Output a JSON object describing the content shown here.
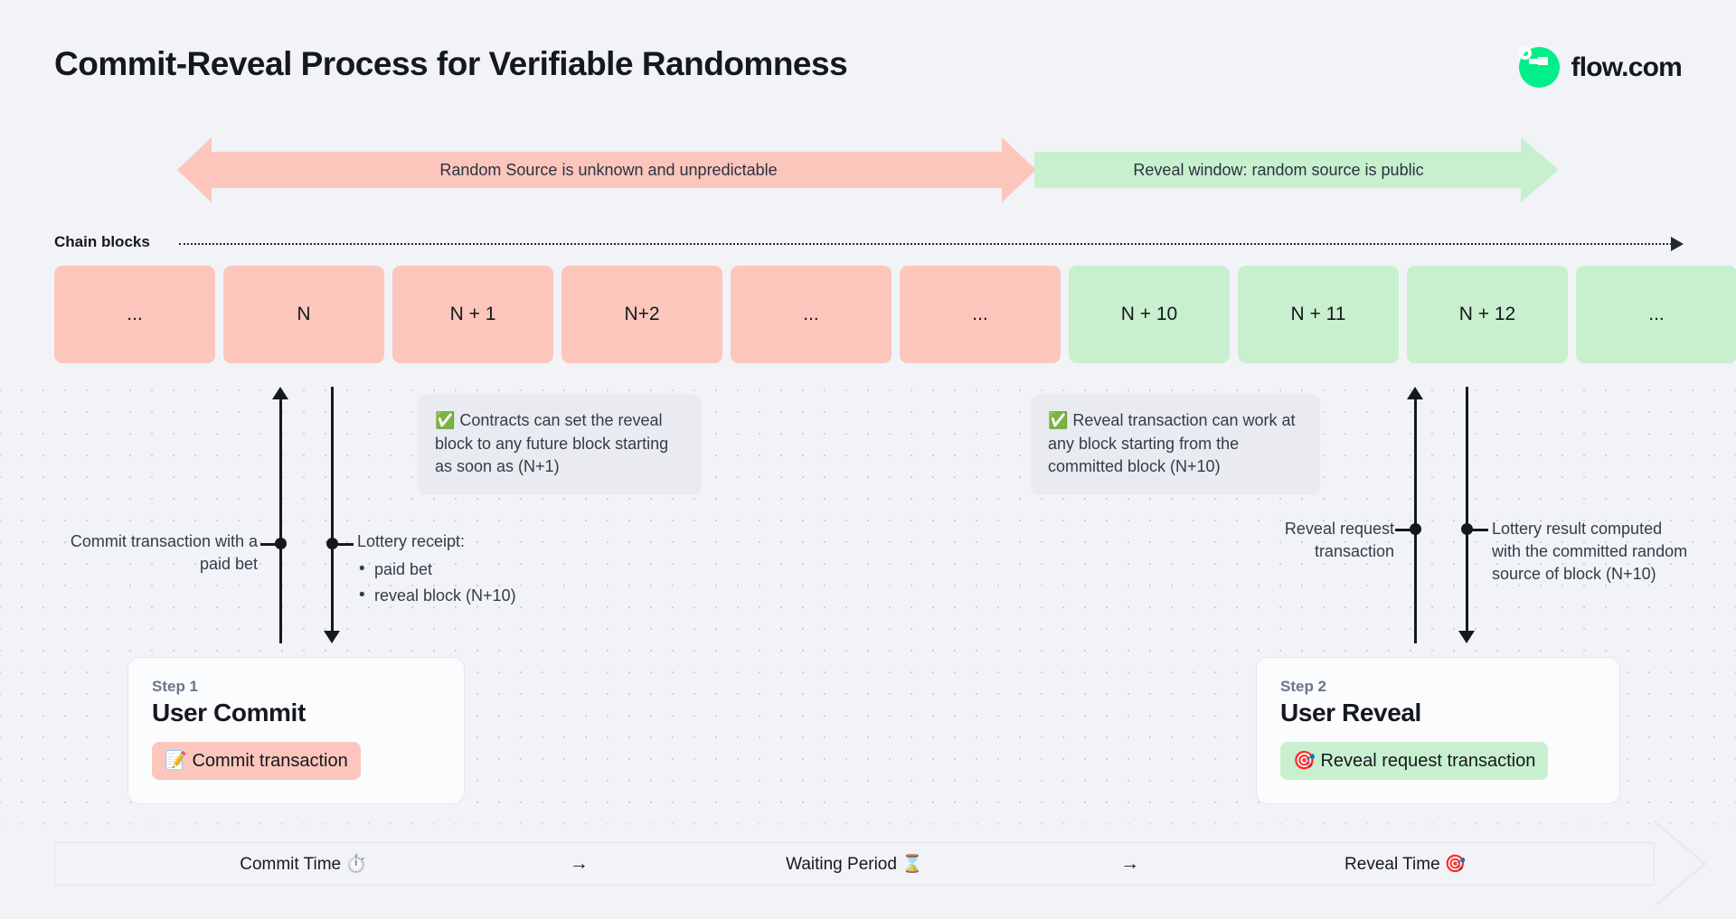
{
  "header": {
    "title": "Commit-Reveal Process for Verifiable Randomness",
    "brand_name": "flow.com",
    "brand_color": "#00ef8b"
  },
  "banners": {
    "unknown_phase": "Random Source is unknown and unpredictable",
    "reveal_phase": "Reveal window: random source is public",
    "pink": "#fcc6bd",
    "green": "#c8f0cf"
  },
  "chain": {
    "axis_label": "Chain blocks",
    "blocks": [
      {
        "label": "...",
        "state": "pink"
      },
      {
        "label": "N",
        "state": "pink"
      },
      {
        "label": "N + 1",
        "state": "pink"
      },
      {
        "label": "N+2",
        "state": "pink"
      },
      {
        "label": "...",
        "state": "pink"
      },
      {
        "label": "...",
        "state": "pink"
      },
      {
        "label": "N + 10",
        "state": "green"
      },
      {
        "label": "N + 11",
        "state": "green"
      },
      {
        "label": "N + 12",
        "state": "green"
      },
      {
        "label": "...",
        "state": "green"
      }
    ]
  },
  "callouts": {
    "left": "✅ Contracts can set the reveal block to any future block starting as soon as (N+1)",
    "right": "✅ Reveal transaction can work at any block starting from the committed block (N+10)"
  },
  "annotations": {
    "commit_tx": "Commit transaction with a paid bet",
    "lottery_receipt_title": "Lottery receipt:",
    "lottery_receipt_items": [
      "paid bet",
      "reveal block (N+10)"
    ],
    "reveal_request": "Reveal request transaction",
    "lottery_result": "Lottery result computed with the committed random source of block (N+10)"
  },
  "steps": [
    {
      "kicker": "Step 1",
      "title": "User Commit",
      "pill": "📝 Commit transaction",
      "pill_color": "pink"
    },
    {
      "kicker": "Step 2",
      "title": "User Reveal",
      "pill": "🎯 Reveal request transaction",
      "pill_color": "green"
    }
  ],
  "timeline": {
    "phase_commit": "Commit Time ⏱️",
    "arrow_1": "→",
    "phase_waiting": "Waiting Period ⌛",
    "arrow_2": "→",
    "phase_reveal": "Reveal Time 🎯"
  }
}
